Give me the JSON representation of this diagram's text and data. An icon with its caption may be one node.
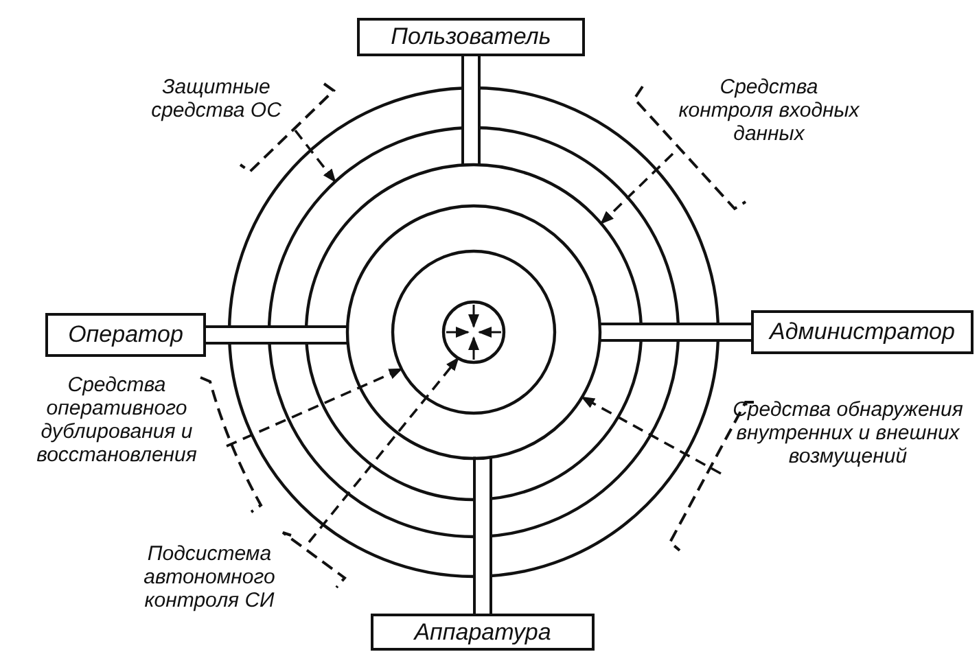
{
  "diagram": {
    "nodes": [
      {
        "text": [
          "Пользователь"
        ]
      },
      {
        "text": [
          "Защитные средства ОС"
        ]
      },
      {
        "text": [
          "Средства контроля входных данных"
        ]
      },
      {
        "text": [
          "Оператор"
        ]
      },
      {
        "text": [
          "Администратор"
        ]
      },
      {
        "text": [
          "Средства оперативного дублирования и восстановления"
        ]
      },
      {
        "text": [
          "Средства обнаружения внутренних и внешних возмущений"
        ]
      },
      {
        "text": [
          "Подсистема автономного контроля СИ"
        ]
      },
      {
        "text": [
          "Аппаратура"
        ]
      },
      {
        "text": [],
        "shape": "circle"
      },
      {
        "text": [],
        "shape": "circle",
        "in": 9
      },
      {
        "text": [],
        "shape": "circle",
        "in": 10
      },
      {
        "text": [],
        "shape": "circle",
        "in": 11
      },
      {
        "text": [],
        "shape": "circle",
        "in": 12
      },
      {
        "text": [],
        "shape": "circle",
        "in": 13
      }
    ],
    "edges": [
      {
        "from": 0,
        "to": 11,
        "arrow": "none",
        "style": "thick"
      },
      {
        "from": 3,
        "to": 12,
        "arrow": "none",
        "style": "thick"
      },
      {
        "from": 4,
        "to": 12,
        "arrow": "none",
        "style": "thick"
      },
      {
        "from": 8,
        "to": 12,
        "arrow": "none",
        "style": "thick"
      },
      {
        "from": 1,
        "to": 10,
        "arrow": "to",
        "style": "dashed"
      },
      {
        "from": 2,
        "to": 11,
        "arrow": "to",
        "style": "dashed"
      },
      {
        "from": 5,
        "to": 13,
        "arrow": "to",
        "style": "dashed"
      },
      {
        "from": 6,
        "to": 12,
        "arrow": "to",
        "style": "dashed"
      },
      {
        "from": 7,
        "to": 14,
        "arrow": "to",
        "style": "dashed"
      }
    ]
  }
}
